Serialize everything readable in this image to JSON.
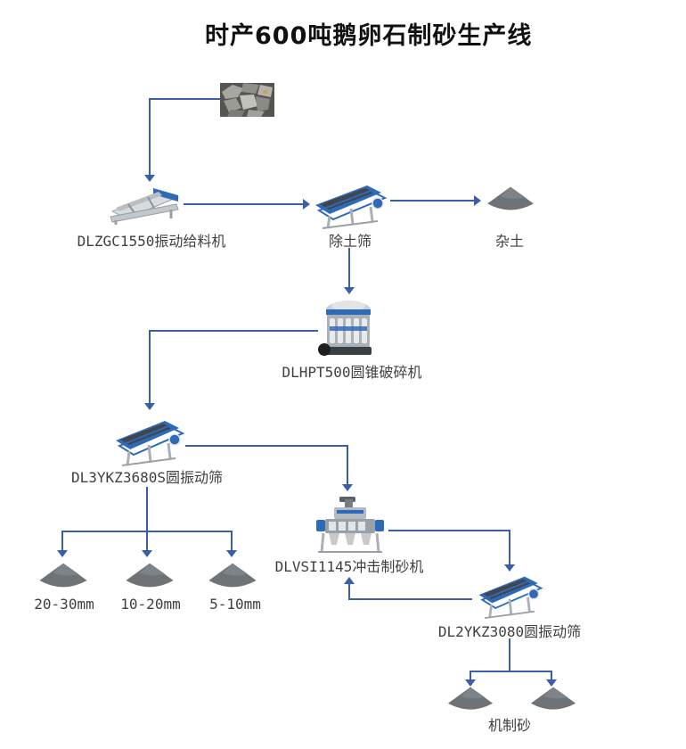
{
  "title": "时产600吨鹅卵石制砂生产线",
  "colors": {
    "arrow": "#3a5fa8",
    "cone": "#6e7377",
    "cone_hl": "#7e8387",
    "machine_blue": "#2f6ab8",
    "label": "#3f3f3f"
  },
  "nodes": {
    "raw_material": {
      "image": "rock-pile-photo"
    },
    "feeder": {
      "label": "DLZGC1550振动给料机"
    },
    "soil_screen": {
      "label": "除土筛"
    },
    "waste": {
      "label": "杂土"
    },
    "cone_crusher": {
      "label": "DLHPT500圆锥破碎机"
    },
    "screen_3yk": {
      "label": "DL3YKZ3680S圆振动筛"
    },
    "products": [
      {
        "label": "20-30mm"
      },
      {
        "label": "10-20mm"
      },
      {
        "label": "5-10mm"
      }
    ],
    "vsi": {
      "label": "DLVSI1145冲击制砂机"
    },
    "screen_2yk": {
      "label": "DL2YKZ3080圆振动筛"
    },
    "sand": {
      "label": "机制砂"
    }
  },
  "edges": [
    {
      "from": "raw_material",
      "to": "feeder"
    },
    {
      "from": "feeder",
      "to": "soil_screen"
    },
    {
      "from": "soil_screen",
      "to": "waste"
    },
    {
      "from": "soil_screen",
      "to": "cone_crusher"
    },
    {
      "from": "cone_crusher",
      "to": "screen_3yk"
    },
    {
      "from": "screen_3yk",
      "to": "20-30mm"
    },
    {
      "from": "screen_3yk",
      "to": "10-20mm"
    },
    {
      "from": "screen_3yk",
      "to": "5-10mm"
    },
    {
      "from": "screen_3yk",
      "to": "vsi"
    },
    {
      "from": "vsi",
      "to": "screen_2yk"
    },
    {
      "from": "screen_2yk",
      "to": "vsi"
    },
    {
      "from": "screen_2yk",
      "to": "sand"
    }
  ]
}
